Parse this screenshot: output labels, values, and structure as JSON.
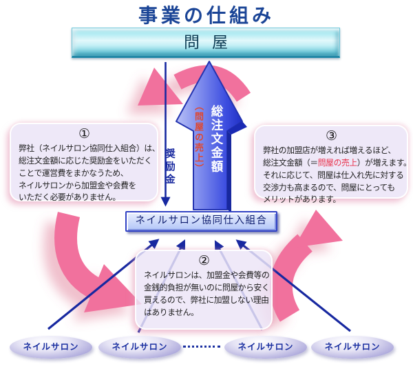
{
  "title": "事業の仕組み",
  "wholesaler": {
    "label": "問屋"
  },
  "union": {
    "label": "ネイルサロン協同仕入組合"
  },
  "flow": {
    "order_arrow_main": "総注文金額",
    "order_arrow_sub": "（問屋の売上）",
    "incentive_label": "奨励金"
  },
  "notes": {
    "note1": {
      "number": "①",
      "lines": [
        "弊社（ネイルサロン協同仕入組合）は、",
        "総注文金額に応じた奨励金をいただく",
        "ことで運営費をまかなうため、",
        "ネイルサロンから加盟金や会費を",
        "いただく必要がありません。"
      ]
    },
    "note2": {
      "number": "②",
      "lines": [
        "ネイルサロンは、加盟金や会費等の",
        "金銭的負担が無いのに問屋から安く",
        "買えるので、弊社に加盟しない理由",
        "はありません。"
      ]
    },
    "note3": {
      "number": "③",
      "line1": "弊社の加盟店が増えれば増えるほど、",
      "line2_pre": "総注文金額（＝",
      "line2_red": "問屋の売上",
      "line2_post": "）が増えます。",
      "line3": "それに応じて、問屋は仕入れ先に対する",
      "line4": "交渉力も高まるので、問屋にとっても",
      "line5": "メリットがあります。"
    }
  },
  "salons": {
    "labels": [
      "ネイルサロン",
      "ネイルサロン",
      "ネイルサロン",
      "ネイルサロン"
    ]
  },
  "colors": {
    "title_blue": "#1A4496",
    "accent_pink": "#F1719D",
    "navy_arrow": "#1728A0",
    "arrow_sub_red": "#E0472F",
    "note_red": "#E8304A",
    "banner_teal": "#C4F0F6",
    "note_lavender": "#ECE5F7",
    "union_blue": "#3142C4"
  }
}
